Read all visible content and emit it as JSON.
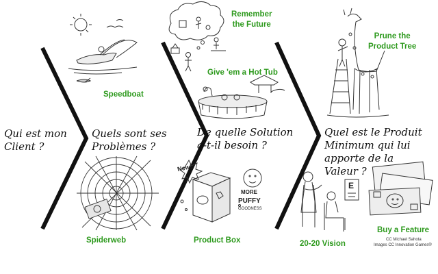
{
  "questions": {
    "client": [
      "Qui est mon",
      "Client ?"
    ],
    "problems": [
      "Quels sont ses",
      "Problèmes ?"
    ],
    "solution": [
      "De quelle Solution",
      "a-t-il besoin ?"
    ],
    "product": [
      "Quel est le Produit",
      "Minimum qui lui",
      "apporte de la",
      "Valeur ?"
    ]
  },
  "games": {
    "speedboat": "Speedboat",
    "spiderweb": "Spiderweb",
    "remember_future": [
      "Remember",
      "the Future"
    ],
    "hot_tub": "Give 'em a Hot Tub",
    "product_box": "Product Box",
    "prune_tree": [
      "Prune the",
      "Product Tree"
    ],
    "vision": "20-20 Vision",
    "buy_feature": "Buy a Feature"
  },
  "sketch_text": {
    "new_badge": "New!",
    "box_words": [
      "MORE",
      "PUFFY",
      "GOODNESS"
    ],
    "eye_chart": "E"
  },
  "credits": [
    "CC Michael Sahota",
    "Images CC Innovation Games®"
  ],
  "colors": {
    "accent": "#2e9a1e",
    "ink": "#111111"
  }
}
